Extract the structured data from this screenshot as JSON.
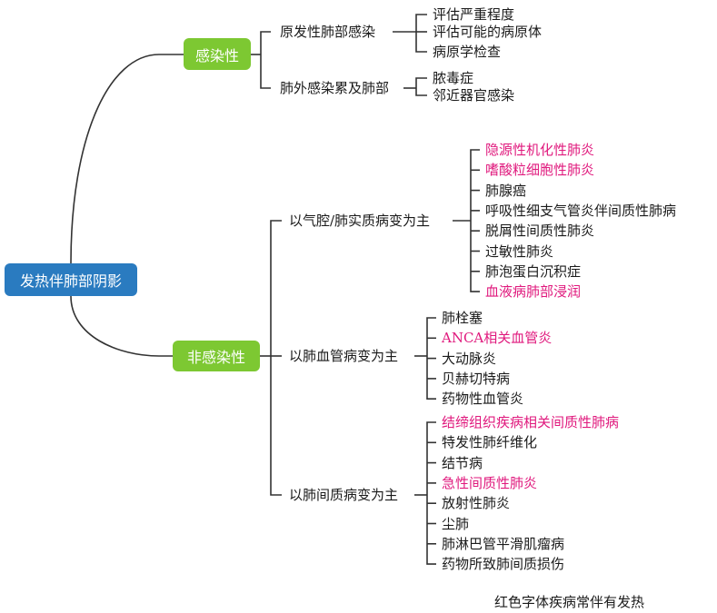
{
  "root": {
    "label": "发热伴肺部阴影",
    "color": "#2a7bc0"
  },
  "category_color": "#7dc832",
  "highlight_color": "#e0197d",
  "infectious": {
    "label": "感染性",
    "groups": [
      {
        "label": "原发性肺部感染",
        "items": [
          {
            "text": "评估严重程度",
            "fever": false
          },
          {
            "text": "评估可能的病原体",
            "fever": false
          },
          {
            "text": "病原学检查",
            "fever": false
          }
        ]
      },
      {
        "label": "肺外感染累及肺部",
        "items": [
          {
            "text": "脓毒症",
            "fever": false
          },
          {
            "text": "邻近器官感染",
            "fever": false
          }
        ]
      }
    ]
  },
  "noninfectious": {
    "label": "非感染性",
    "groups": [
      {
        "label": "以气腔/肺实质病变为主",
        "items": [
          {
            "text": "隐源性机化性肺炎",
            "fever": true
          },
          {
            "text": "嗜酸粒细胞性肺炎",
            "fever": true
          },
          {
            "text": "肺腺癌",
            "fever": false
          },
          {
            "text": "呼吸性细支气管炎伴间质性肺病",
            "fever": false
          },
          {
            "text": "脱屑性间质性肺炎",
            "fever": false
          },
          {
            "text": "过敏性肺炎",
            "fever": false
          },
          {
            "text": "肺泡蛋白沉积症",
            "fever": false
          },
          {
            "text": "血液病肺部浸润",
            "fever": true
          }
        ]
      },
      {
        "label": "以肺血管病变为主",
        "items": [
          {
            "text": "肺栓塞",
            "fever": false
          },
          {
            "text": "ANCA相关血管炎",
            "fever": true
          },
          {
            "text": "大动脉炎",
            "fever": false
          },
          {
            "text": "贝赫切特病",
            "fever": false
          },
          {
            "text": "药物性血管炎",
            "fever": false
          }
        ]
      },
      {
        "label": "以肺间质病变为主",
        "items": [
          {
            "text": "结缔组织疾病相关间质性肺病",
            "fever": true
          },
          {
            "text": "特发性肺纤维化",
            "fever": false
          },
          {
            "text": "结节病",
            "fever": false
          },
          {
            "text": "急性间质性肺炎",
            "fever": true
          },
          {
            "text": "放射性肺炎",
            "fever": false
          },
          {
            "text": "尘肺",
            "fever": false
          },
          {
            "text": "肺淋巴管平滑肌瘤病",
            "fever": false
          },
          {
            "text": "药物所致肺间质损伤",
            "fever": false
          }
        ]
      }
    ]
  },
  "legend_note": "红色字体疾病常伴有发热"
}
